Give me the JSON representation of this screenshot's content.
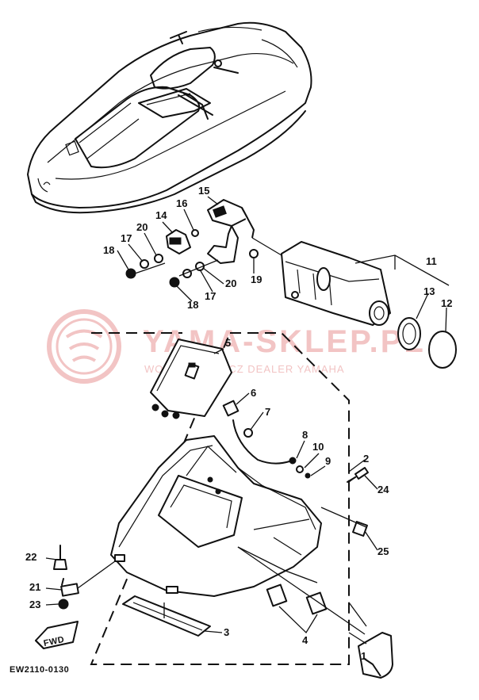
{
  "watermark": {
    "brand": "YAMA-SKLEP.PL",
    "dealer": "WOJCIECHOWICZ DEALER YAMAHA",
    "logo_icon": "yamaha-tuning-fork-seal-icon"
  },
  "diagram": {
    "code": "EW2110-0130",
    "direction_label": "FWD",
    "callouts": [
      "1",
      "2",
      "3",
      "4",
      "5",
      "6",
      "7",
      "8",
      "9",
      "10",
      "11",
      "12",
      "13",
      "14",
      "15",
      "16",
      "17",
      "17",
      "18",
      "18",
      "19",
      "20",
      "20",
      "21",
      "22",
      "23",
      "24",
      "25"
    ]
  }
}
